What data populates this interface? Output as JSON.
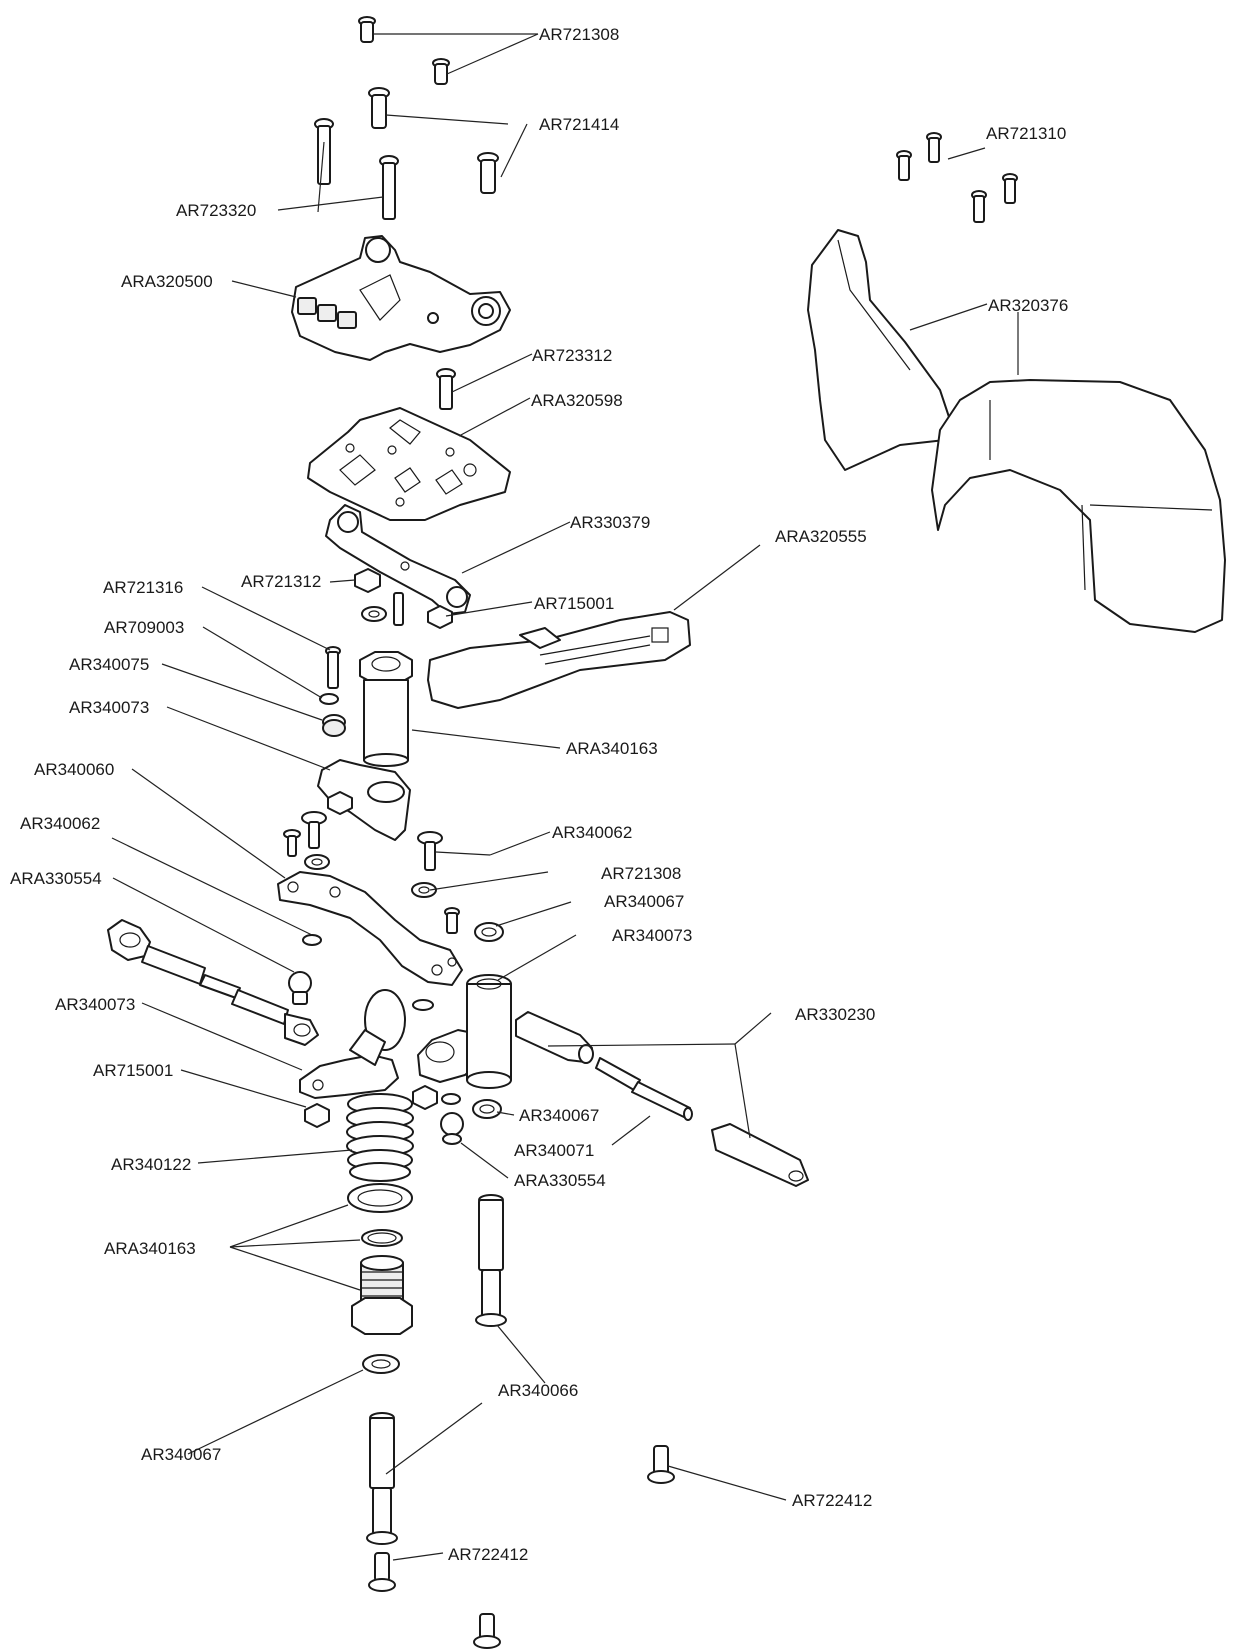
{
  "labels": [
    "AR721308",
    "AR721414",
    "AR723320",
    "AR721310",
    "ARA320500",
    "AR320376",
    "AR723312",
    "ARA320598",
    "AR330379",
    "ARA320555",
    "AR721312",
    "AR721316",
    "AR715001",
    "AR709003",
    "AR340075",
    "AR340073",
    "ARA340163",
    "AR340060",
    "AR340062",
    "AR340062",
    "AR721308",
    "ARA330554",
    "AR340067",
    "AR340073",
    "AR340073",
    "AR330230",
    "AR715001",
    "AR340067",
    "AR340071",
    "AR340122",
    "ARA330554",
    "ARA340163",
    "AR340066",
    "AR340067",
    "AR722412",
    "AR722412"
  ]
}
